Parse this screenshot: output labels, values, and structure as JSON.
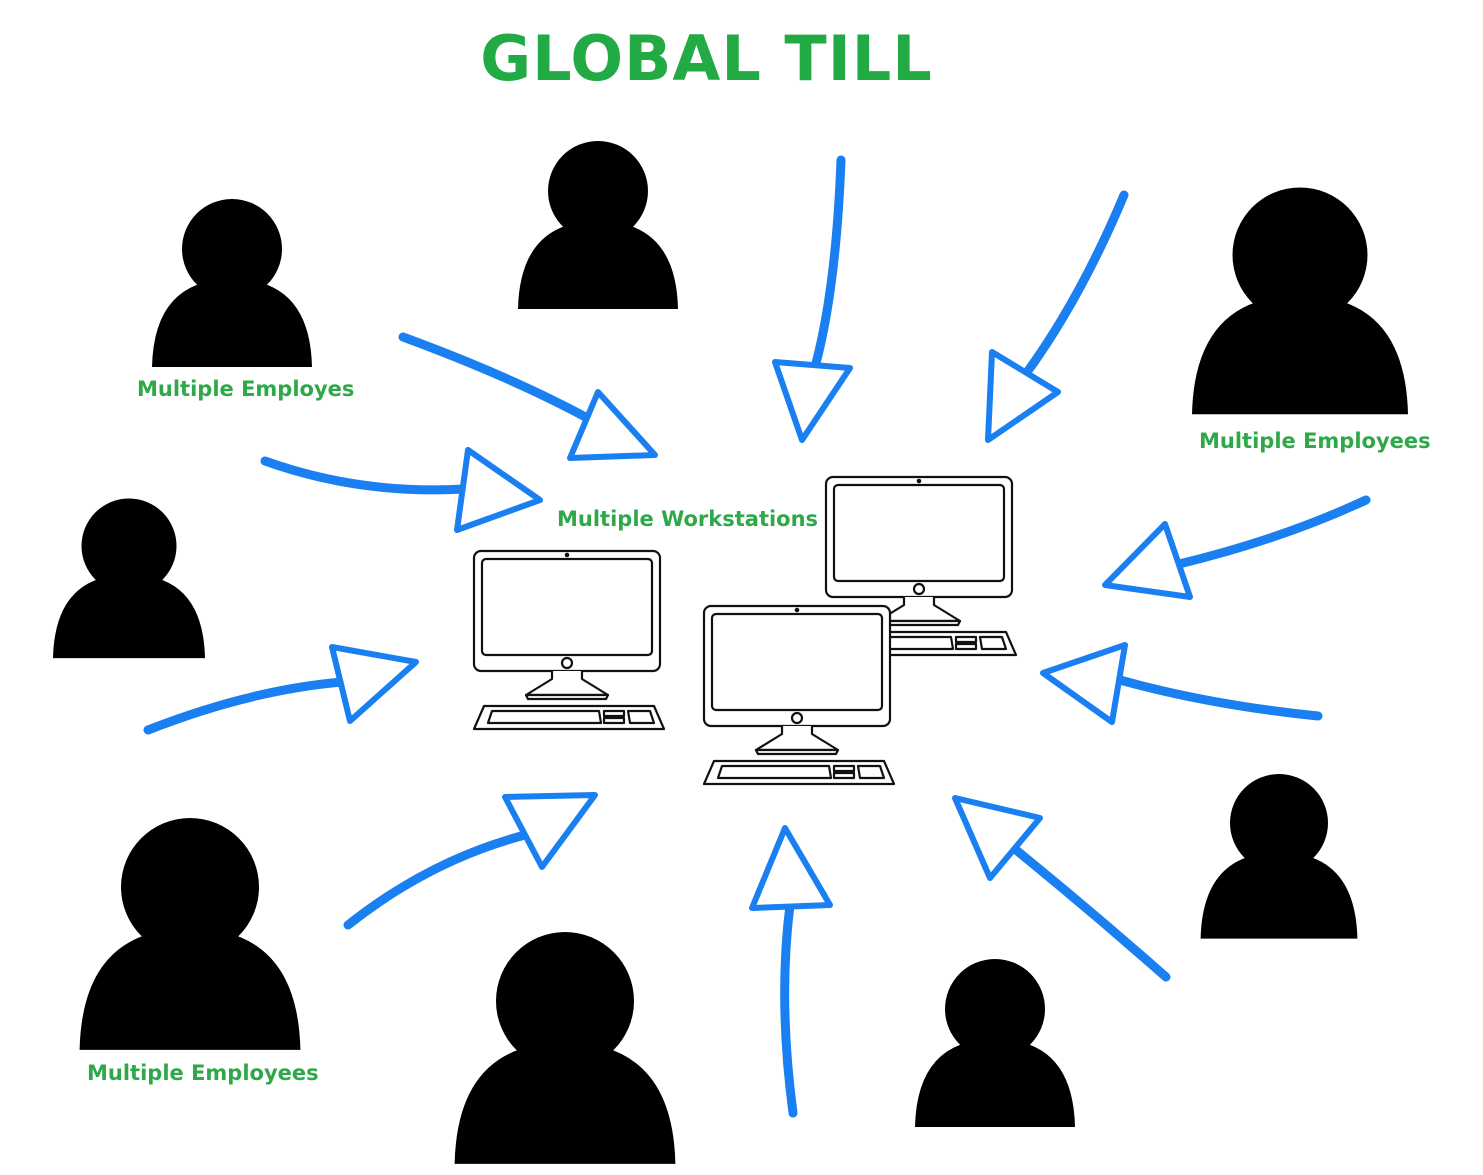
{
  "title": "GLOBAL TILL",
  "labels": {
    "employees_top_left": "Multiple Employes",
    "employees_top_right": "Multiple Employees",
    "employees_bottom_left": "Multiple Employees",
    "workstations": "Multiple Workstations"
  },
  "colors": {
    "title": "#22aa44",
    "label": "#2fa84a",
    "arrow": "#1a7ff0",
    "person": "#000000",
    "computer_stroke": "#111111"
  },
  "icons": {
    "person": "person-icon",
    "computer": "computer-workstation-icon",
    "arrow": "arrow-icon"
  }
}
